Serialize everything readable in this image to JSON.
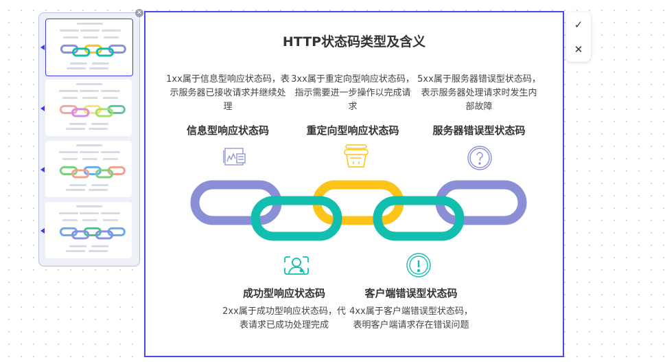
{
  "title": "HTTP状态码类型及含义",
  "items": [
    {
      "head": "信息型响应状态码",
      "desc": "1xx属于信息型响应状态码，表示服务器已接收请求并继续处理",
      "icon": "dashboard-icon",
      "color": "#8a8fd6"
    },
    {
      "head": "重定向型响应状态码",
      "desc": "3xx属于重定向型响应状态码，指示需要进一步操作以完成请求",
      "icon": "basket-icon",
      "color": "#fcc419"
    },
    {
      "head": "服务器错误型状态码",
      "desc": "5xx属于服务器错误型状态码，表示服务器处理请求时发生内部故障",
      "icon": "question-circle-icon",
      "color": "#8a8fd6"
    },
    {
      "head": "成功型响应状态码",
      "desc": "2xx属于成功型响应状态码，代表请求已成功处理完成",
      "icon": "user-frame-icon",
      "color": "#12bfae"
    },
    {
      "head": "客户端错误型状态码",
      "desc": "4xx属于客户端错误型状态码，表明客户端请求存在错误问题",
      "icon": "exclamation-circle-icon",
      "color": "#12bfae"
    }
  ],
  "chain_colors": [
    "#8a8fd6",
    "#12bfae",
    "#fcc419",
    "#12bfae",
    "#8a8fd6"
  ],
  "thumb_palettes": [
    [
      "#8a8fd6",
      "#12bfae",
      "#fcc419",
      "#12bfae",
      "#8a8fd6"
    ],
    [
      "#f4a6a6",
      "#d98be0",
      "#f5e56b",
      "#a6e06b",
      "#55c9a0"
    ],
    [
      "#7fd07a",
      "#f2a18f",
      "#6aaaf0",
      "#7fd07a",
      "#f2a18f"
    ],
    [
      "#6aaaf0",
      "#8a8fe6",
      "#3ec98a",
      "#8a8fe6",
      "#6aaaf0"
    ]
  ],
  "confirm": {
    "ok": "✓",
    "cancel": "✕"
  },
  "panel_close": "✕"
}
